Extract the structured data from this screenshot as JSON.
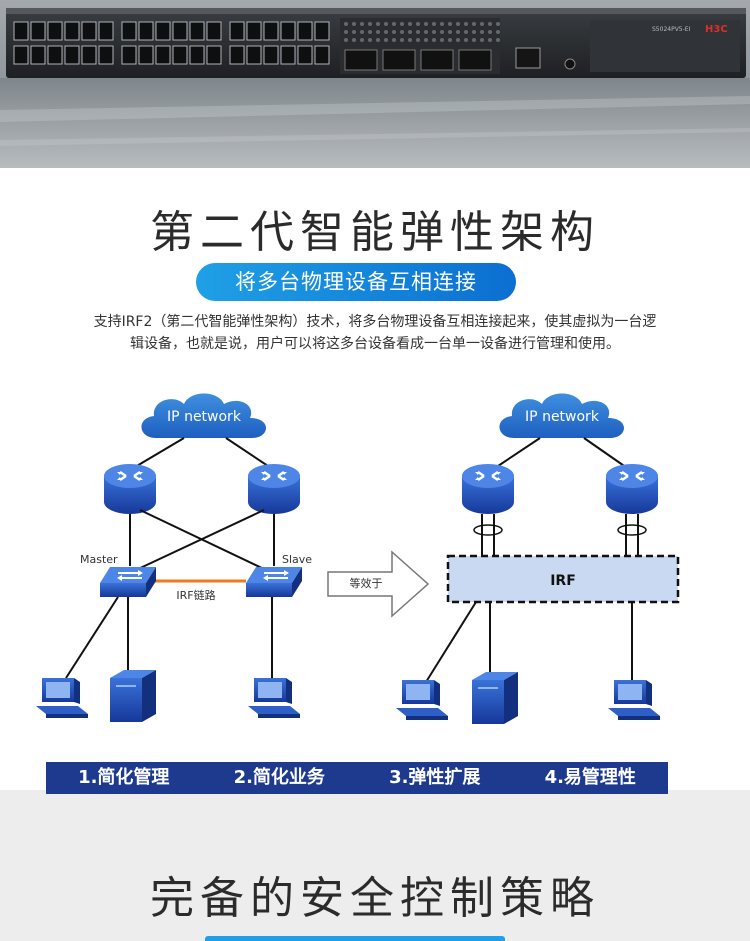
{
  "hero": {
    "brand_label": "H3C",
    "model_label": "S5024PV5-EI"
  },
  "section1": {
    "title": "第二代智能弹性架构",
    "pill": "将多台物理设备互相连接",
    "description_line1": "支持IRF2（第二代智能弹性架构）技术，将多台物理设备互相连接起来，使其虚拟为一台逻",
    "description_line2": "辑设备，也就是说，用户可以将这多台设备看成一台单一设备进行管理和使用。"
  },
  "diagram": {
    "left": {
      "cloud": "IP network",
      "master": "Master",
      "slave": "Slave",
      "link": "IRF链路"
    },
    "arrow": "等效于",
    "right": {
      "cloud": "IP network",
      "irf_box": "IRF"
    }
  },
  "features": [
    "1.简化管理",
    "2.简化业务",
    "3.弹性扩展",
    "4.易管理性"
  ],
  "section2": {
    "title": "完备的安全控制策略"
  },
  "colors": {
    "accent_blue": "#1fa0e6",
    "navy_bar": "#1d3a8f",
    "device_blue": "#1f4db8"
  }
}
